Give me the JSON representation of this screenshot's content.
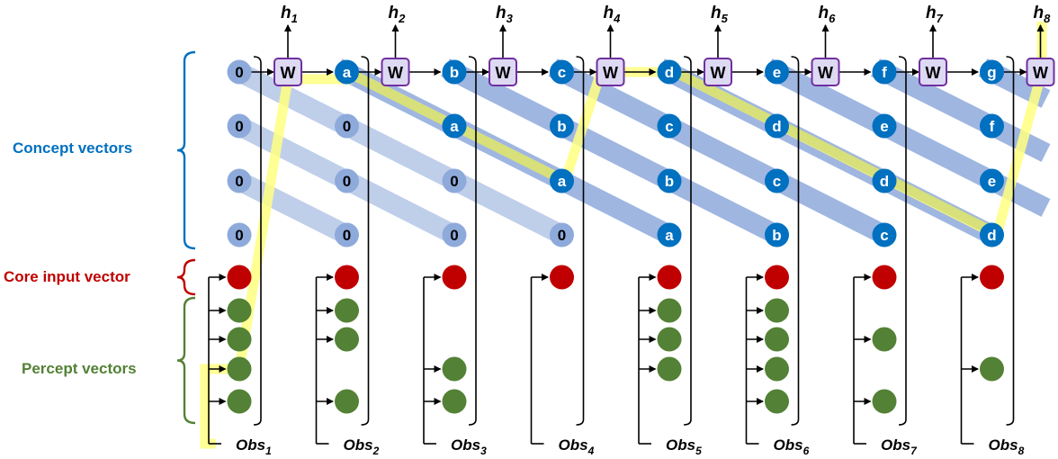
{
  "labels": {
    "concept": "Concept vectors",
    "core": "Core input vector",
    "percept": "Percept vectors"
  },
  "weight_label": "W",
  "outputs": [
    {
      "base": "h",
      "sub": "1"
    },
    {
      "base": "h",
      "sub": "2"
    },
    {
      "base": "h",
      "sub": "3"
    },
    {
      "base": "h",
      "sub": "4"
    },
    {
      "base": "h",
      "sub": "5"
    },
    {
      "base": "h",
      "sub": "6"
    },
    {
      "base": "h",
      "sub": "7"
    },
    {
      "base": "h",
      "sub": "8"
    }
  ],
  "observations": [
    {
      "base": "Obs",
      "sub": "1"
    },
    {
      "base": "Obs",
      "sub": "2"
    },
    {
      "base": "Obs",
      "sub": "3"
    },
    {
      "base": "Obs",
      "sub": "4"
    },
    {
      "base": "Obs",
      "sub": "5"
    },
    {
      "base": "Obs",
      "sub": "6"
    },
    {
      "base": "Obs",
      "sub": "7"
    },
    {
      "base": "Obs",
      "sub": "8"
    }
  ],
  "concept_grid": [
    [
      "0",
      "a",
      "b",
      "c",
      "d",
      "e",
      "f",
      "g"
    ],
    [
      "0",
      "0",
      "a",
      "b",
      "c",
      "d",
      "e",
      "f"
    ],
    [
      "0",
      "0",
      "0",
      "a",
      "b",
      "c",
      "d",
      "e"
    ],
    [
      "0",
      "0",
      "0",
      "0",
      "a",
      "b",
      "c",
      "d"
    ]
  ],
  "percept_present": [
    [
      true,
      true,
      true,
      true
    ],
    [
      true,
      true,
      false,
      true
    ],
    [
      false,
      false,
      true,
      true
    ],
    [
      false,
      false,
      false,
      false
    ],
    [
      true,
      true,
      true,
      false
    ],
    [
      true,
      true,
      true,
      true
    ],
    [
      false,
      true,
      false,
      true
    ],
    [
      false,
      false,
      true,
      false
    ]
  ],
  "colors": {
    "concept_node": "#0070c0",
    "concept_zero": "#8eaadb",
    "core_node": "#c00000",
    "percept_node": "#538135",
    "band_light": "#b4c7e7",
    "band_dark": "#8faadc",
    "highlight_green": "#d2dc78",
    "highlight_yellow": "#ffff80",
    "w_box_fill": "#ddd9f3",
    "w_box_stroke": "#7030a0",
    "label_concept": "#0070c0",
    "label_core": "#c00000",
    "label_percept": "#538135"
  }
}
